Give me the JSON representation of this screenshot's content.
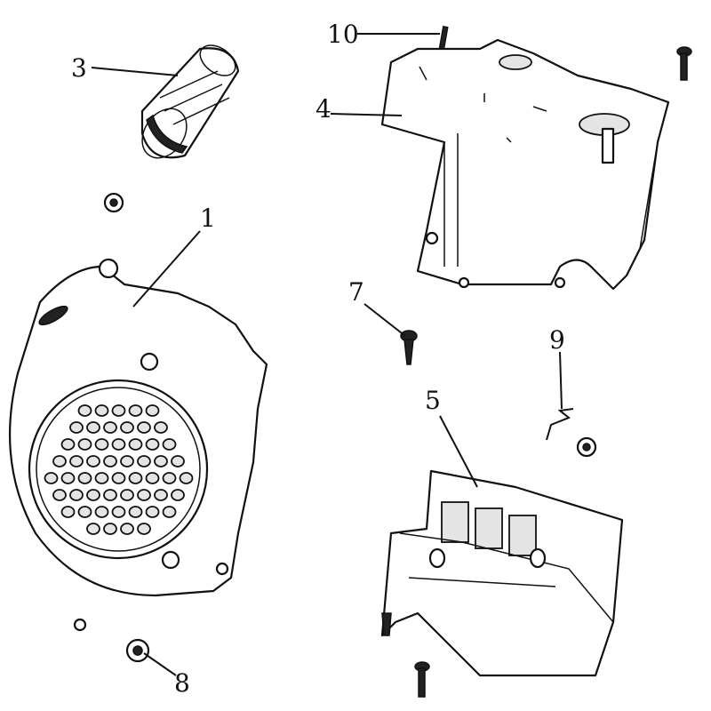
{
  "diagram": {
    "callouts": [
      {
        "id": "10",
        "label": "10"
      },
      {
        "id": "3",
        "label": "3"
      },
      {
        "id": "4",
        "label": "4"
      },
      {
        "id": "1",
        "label": "1"
      },
      {
        "id": "7",
        "label": "7"
      },
      {
        "id": "9",
        "label": "9"
      },
      {
        "id": "5",
        "label": "5"
      },
      {
        "id": "8",
        "label": "8"
      }
    ]
  }
}
